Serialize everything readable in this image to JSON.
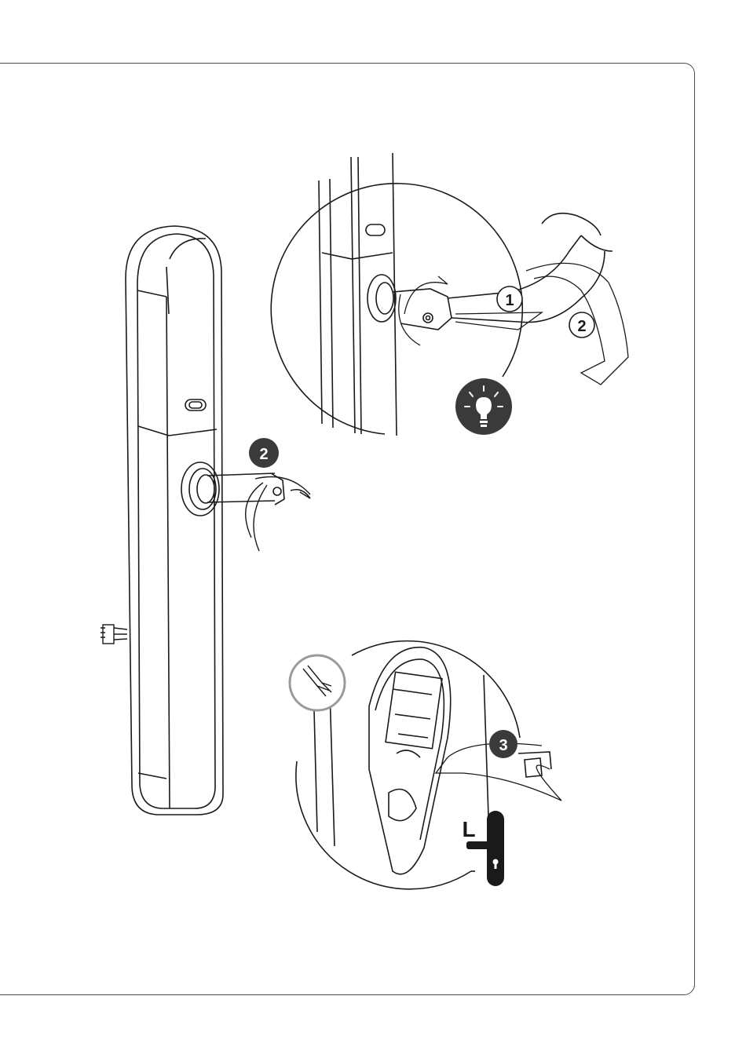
{
  "steps": {
    "badge_main_2": "2",
    "callout_1": "1",
    "callout_2": "2",
    "badge_3": "3",
    "side_letter": "L"
  },
  "icons": {
    "tip": "lightbulb-icon",
    "tool": "pliers-icon"
  },
  "colors": {
    "line": "#1a1a1a",
    "badge": "#3a3a3a",
    "tool_ring": "#9a9a9a",
    "frame": "#4a4a4a"
  }
}
